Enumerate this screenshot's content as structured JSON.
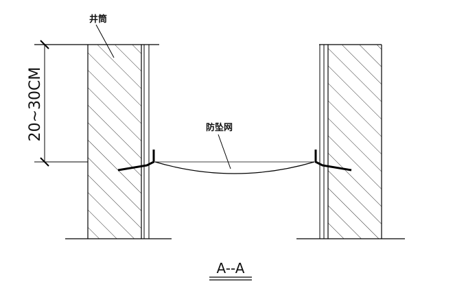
{
  "labels": {
    "shaft": "井筒",
    "net": "防坠网",
    "dimension": "20~30CM",
    "section": "A--A"
  },
  "colors": {
    "line": "#000000",
    "hatch": "#333333",
    "background": "#ffffff"
  }
}
